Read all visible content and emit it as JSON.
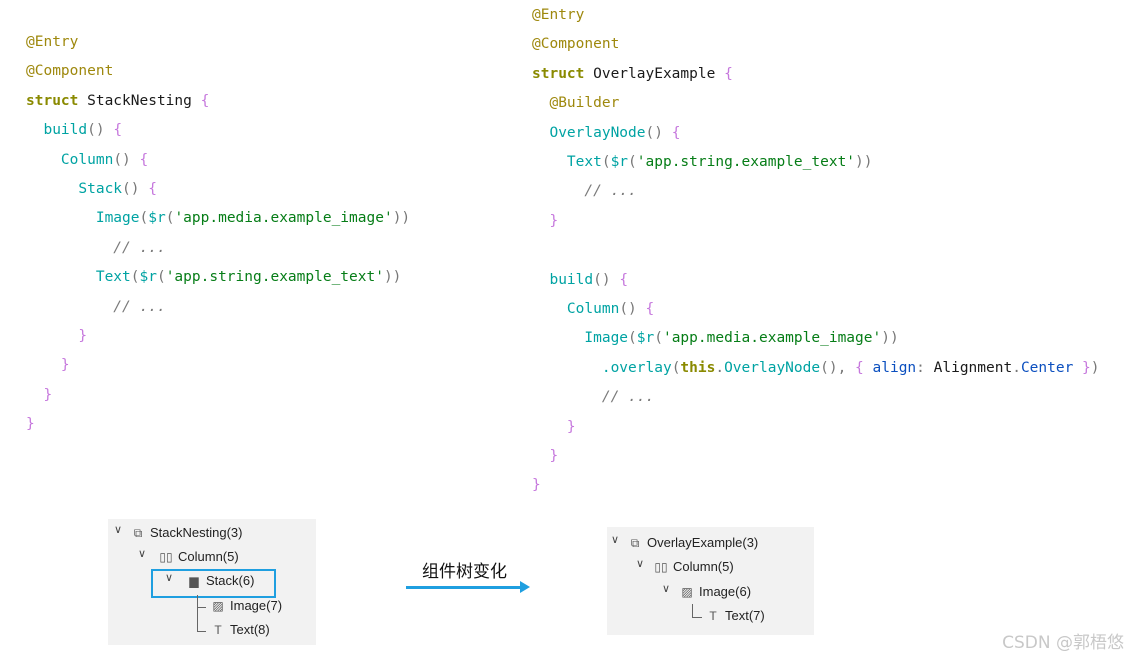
{
  "left_code": {
    "lines": [
      [
        {
          "t": "@Entry",
          "c": "c-ann"
        }
      ],
      [
        {
          "t": "@Component",
          "c": "c-ann"
        }
      ],
      [
        {
          "t": "struct ",
          "c": "c-kw2"
        },
        {
          "t": "StackNesting ",
          "c": "c-type"
        },
        {
          "t": "{",
          "c": "c-brace"
        }
      ],
      [
        {
          "t": "  build",
          "c": "c-fn"
        },
        {
          "t": "() ",
          "c": "c-punc"
        },
        {
          "t": "{",
          "c": "c-brace"
        }
      ],
      [
        {
          "t": "    Column",
          "c": "c-fn"
        },
        {
          "t": "() ",
          "c": "c-punc"
        },
        {
          "t": "{",
          "c": "c-brace"
        }
      ],
      [
        {
          "t": "      Stack",
          "c": "c-fn"
        },
        {
          "t": "() ",
          "c": "c-punc"
        },
        {
          "t": "{",
          "c": "c-brace"
        }
      ],
      [
        {
          "t": "        Image",
          "c": "c-fn"
        },
        {
          "t": "(",
          "c": "c-punc"
        },
        {
          "t": "$r",
          "c": "c-fn"
        },
        {
          "t": "(",
          "c": "c-punc"
        },
        {
          "t": "'app.media.example_image'",
          "c": "c-str"
        },
        {
          "t": "))",
          "c": "c-punc"
        }
      ],
      [
        {
          "t": "          // ...",
          "c": "c-cmt"
        }
      ],
      [
        {
          "t": "        Text",
          "c": "c-fn"
        },
        {
          "t": "(",
          "c": "c-punc"
        },
        {
          "t": "$r",
          "c": "c-fn"
        },
        {
          "t": "(",
          "c": "c-punc"
        },
        {
          "t": "'app.string.example_text'",
          "c": "c-str"
        },
        {
          "t": "))",
          "c": "c-punc"
        }
      ],
      [
        {
          "t": "          // ...",
          "c": "c-cmt"
        }
      ],
      [
        {
          "t": "      }",
          "c": "c-brace"
        }
      ],
      [
        {
          "t": "    }",
          "c": "c-brace"
        }
      ],
      [
        {
          "t": "  }",
          "c": "c-brace"
        }
      ],
      [
        {
          "t": "}",
          "c": "c-brace"
        }
      ]
    ]
  },
  "right_code": {
    "lines": [
      [
        {
          "t": "@Entry",
          "c": "c-ann"
        }
      ],
      [
        {
          "t": "@Component",
          "c": "c-ann"
        }
      ],
      [
        {
          "t": "struct ",
          "c": "c-kw2"
        },
        {
          "t": "OverlayExample ",
          "c": "c-type"
        },
        {
          "t": "{",
          "c": "c-brace"
        }
      ],
      [
        {
          "t": "  @Builder",
          "c": "c-ann"
        }
      ],
      [
        {
          "t": "  OverlayNode",
          "c": "c-fn"
        },
        {
          "t": "() ",
          "c": "c-punc"
        },
        {
          "t": "{",
          "c": "c-brace"
        }
      ],
      [
        {
          "t": "    Text",
          "c": "c-fn"
        },
        {
          "t": "(",
          "c": "c-punc"
        },
        {
          "t": "$r",
          "c": "c-fn"
        },
        {
          "t": "(",
          "c": "c-punc"
        },
        {
          "t": "'app.string.example_text'",
          "c": "c-str"
        },
        {
          "t": "))",
          "c": "c-punc"
        }
      ],
      [
        {
          "t": "      // ...",
          "c": "c-cmt"
        }
      ],
      [
        {
          "t": "  }",
          "c": "c-brace"
        }
      ],
      [
        {
          "t": "",
          "c": "c-plain"
        }
      ],
      [
        {
          "t": "  build",
          "c": "c-fn"
        },
        {
          "t": "() ",
          "c": "c-punc"
        },
        {
          "t": "{",
          "c": "c-brace"
        }
      ],
      [
        {
          "t": "    Column",
          "c": "c-fn"
        },
        {
          "t": "() ",
          "c": "c-punc"
        },
        {
          "t": "{",
          "c": "c-brace"
        }
      ],
      [
        {
          "t": "      Image",
          "c": "c-fn"
        },
        {
          "t": "(",
          "c": "c-punc"
        },
        {
          "t": "$r",
          "c": "c-fn"
        },
        {
          "t": "(",
          "c": "c-punc"
        },
        {
          "t": "'app.media.example_image'",
          "c": "c-str"
        },
        {
          "t": "))",
          "c": "c-punc"
        }
      ],
      [
        {
          "t": "        .overlay",
          "c": "c-fn"
        },
        {
          "t": "(",
          "c": "c-punc"
        },
        {
          "t": "this",
          "c": "c-kw2"
        },
        {
          "t": ".",
          "c": "c-punc"
        },
        {
          "t": "OverlayNode",
          "c": "c-fn"
        },
        {
          "t": "(), ",
          "c": "c-punc"
        },
        {
          "t": "{ ",
          "c": "c-brace"
        },
        {
          "t": "align",
          "c": "c-prop"
        },
        {
          "t": ": ",
          "c": "c-punc"
        },
        {
          "t": "Alignment",
          "c": "c-type"
        },
        {
          "t": ".",
          "c": "c-punc"
        },
        {
          "t": "Center",
          "c": "c-prop"
        },
        {
          "t": " }",
          "c": "c-brace"
        },
        {
          "t": ")",
          "c": "c-punc"
        }
      ],
      [
        {
          "t": "        // ...",
          "c": "c-cmt"
        }
      ],
      [
        {
          "t": "    }",
          "c": "c-brace"
        }
      ],
      [
        {
          "t": "  }",
          "c": "c-brace"
        }
      ],
      [
        {
          "t": "}",
          "c": "c-brace"
        }
      ]
    ]
  },
  "left_tree": {
    "root": "StackNesting(3)",
    "column": "Column(5)",
    "stack": "Stack(6)",
    "image": "Image(7)",
    "text": "Text(8)"
  },
  "right_tree": {
    "root": "OverlayExample(3)",
    "column": "Column(5)",
    "image": "Image(6)",
    "text": "Text(7)"
  },
  "arrow": {
    "label": "组件树变化"
  },
  "watermark": "CSDN @郭梧悠",
  "colors": {
    "accent": "#1f9fe0",
    "tree_bg": "#f2f2f2"
  },
  "icons": {
    "component": "component-icon",
    "column": "column-icon",
    "stack": "stack-icon",
    "image": "image-icon",
    "text": "text-icon"
  }
}
